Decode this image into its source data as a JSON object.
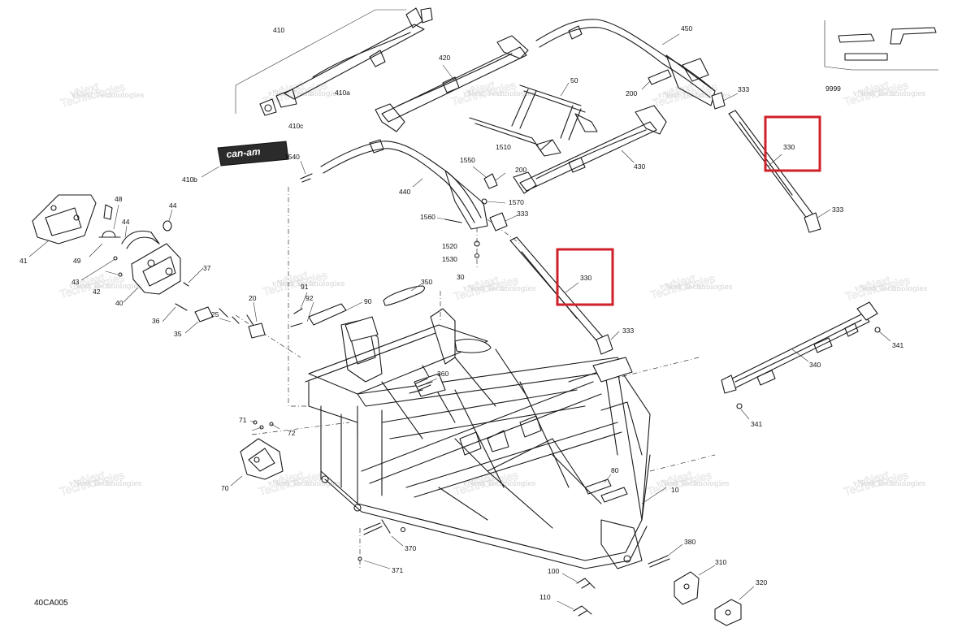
{
  "drawing": {
    "code": "40CA005"
  },
  "watermark": {
    "line1": "vNext",
    "line2": "Technologies",
    "full": "vNext Technologies"
  },
  "brand_decal": {
    "text": "can-am"
  },
  "callouts": {
    "c410": "410",
    "c410a": "410a",
    "c410c": "410c",
    "c410b": "410b",
    "c420": "420",
    "c50": "50",
    "c1510": "1510",
    "c450": "450",
    "c200a": "200",
    "c333a": "333",
    "c330a": "330",
    "c333b": "333",
    "c9999": "9999",
    "c430": "430",
    "c1540": "1540",
    "c1550": "1550",
    "c200b": "200",
    "c1570": "1570",
    "c440": "440",
    "c1560": "1560",
    "c333c": "333",
    "c1520": "1520",
    "c1530": "1530",
    "c330b": "330",
    "c333d": "333",
    "c48": "48",
    "c44a": "44",
    "c44b": "44",
    "c41": "41",
    "c49": "49",
    "c37": "37",
    "c43": "43",
    "c42": "42",
    "c40": "40",
    "c36": "36",
    "c35": "35",
    "c20": "20",
    "c25": "25",
    "c91": "91",
    "c92": "92",
    "c90": "90",
    "c350": "350",
    "c30": "30",
    "c360": "360",
    "c340": "340",
    "c341a": "341",
    "c341b": "341",
    "c71": "71",
    "c72": "72",
    "c70": "70",
    "c80": "80",
    "c10": "10",
    "c370": "370",
    "c371": "371",
    "c380": "380",
    "c310": "310",
    "c100": "100",
    "c320": "320",
    "c110": "110"
  },
  "highlights": [
    {
      "label": "330",
      "color": "#d0202a"
    },
    {
      "label": "330",
      "color": "#d0202a"
    }
  ]
}
